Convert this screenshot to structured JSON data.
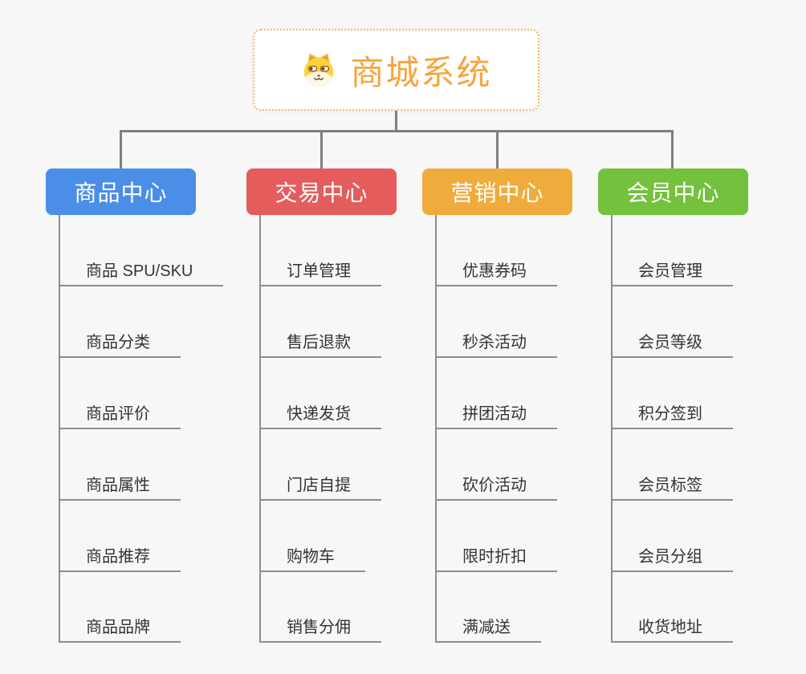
{
  "canvas": {
    "background": "#f7f7f7",
    "connector_color": "#7f7f7f",
    "leaf_line_color": "#8d8d8d"
  },
  "root": {
    "label": "商城系统",
    "icon": "dog-face-icon",
    "text_color": "#f5a53c",
    "border_color": "#f2b85c"
  },
  "branches": [
    {
      "label": "商品中心",
      "color": "#4a8ee8",
      "items": [
        "商品 SPU/SKU",
        "商品分类",
        "商品评价",
        "商品属性",
        "商品推荐",
        "商品品牌"
      ]
    },
    {
      "label": "交易中心",
      "color": "#e45c5c",
      "items": [
        "订单管理",
        "售后退款",
        "快递发货",
        "门店自提",
        "购物车",
        "销售分佣"
      ]
    },
    {
      "label": "营销中心",
      "color": "#efac3c",
      "items": [
        "优惠券码",
        "秒杀活动",
        "拼团活动",
        "砍价活动",
        "限时折扣",
        "满减送"
      ]
    },
    {
      "label": "会员中心",
      "color": "#73c13c",
      "items": [
        "会员管理",
        "会员等级",
        "积分签到",
        "会员标签",
        "会员分组",
        "收货地址"
      ]
    }
  ]
}
